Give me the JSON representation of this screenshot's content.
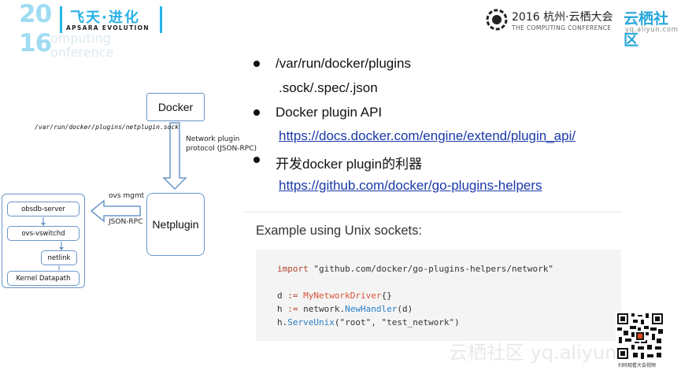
{
  "header": {
    "year_top": "20",
    "year_bottom": "16",
    "brand_cn": "飞天·进化",
    "brand_en": "APSARA EVOLUTION",
    "faded_line1": "omputing",
    "faded_line2": "onference",
    "conference_title": "2016 杭州·云栖大会",
    "conference_subtitle": "THE COMPUTING CONFERENCE",
    "community_title": "云栖社区",
    "community_url": "yq.aliyun.com",
    "colors": {
      "accent": "#29b2e4",
      "faded": "#9fdcf2"
    }
  },
  "diagram": {
    "docker": "Docker",
    "socket_path": "/var/run/docker/plugins/netplugin.sock",
    "protocol_line1": "Network plugin",
    "protocol_line2": "protocol (JSON-RPC)",
    "netplugin": "Netplugin",
    "ovs_mgmt": "ovs mgmt",
    "json_rpc": "JSON-RPC",
    "obsdb_server": "obsdb-server",
    "ovs_vswitchd": "ovs-vswitchd",
    "netlink": "netlink",
    "kernel_datapath": "Kernel Datapath"
  },
  "bullets": [
    {
      "text": "/var/run/docker/plugins",
      "sub": ".sock/.spec/.json"
    },
    {
      "text": "Docker plugin API",
      "link": "https://docs.docker.com/engine/extend/plugin_api/"
    },
    {
      "text": "开发docker plugin的利器",
      "link": "https://github.com/docker/go-plugins-helpers"
    }
  ],
  "example": {
    "title": "Example using Unix sockets:",
    "code": {
      "l1_kw": "import",
      "l1_str": "\"github.com/docker/go-plugins-helpers/network\"",
      "l2_a": "d ",
      "l2_op": ":=",
      "l2_fn": "MyNetworkDriver",
      "l2_b": "{}",
      "l3_a": "h ",
      "l3_op": ":=",
      "l3_b": " network.",
      "l3_fn": "NewHandler",
      "l3_c": "(d)",
      "l4_a": "h.",
      "l4_fn": "ServeUnix",
      "l4_b": "(\"root\", \"test_network\")"
    }
  },
  "watermark": "云栖社区 yq.aliyun.com",
  "qr_caption": "扫码观看大会视频"
}
